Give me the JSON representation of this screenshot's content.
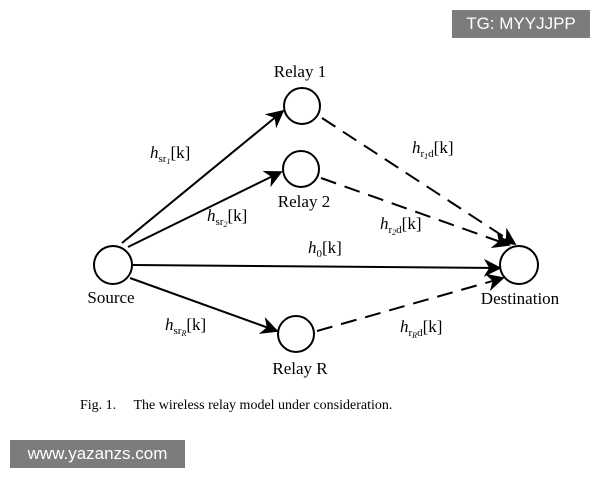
{
  "nodes": {
    "relay1": "Relay 1",
    "relay2": "Relay 2",
    "relayR": "Relay R",
    "source": "Source",
    "destination": "Destination"
  },
  "channels": {
    "h_sr1": {
      "base": "h",
      "sub": "sr",
      "subsub": "1",
      "arg": "[k]"
    },
    "h_sr2": {
      "base": "h",
      "sub": "sr",
      "subsub": "2",
      "arg": "[k]"
    },
    "h_srR": {
      "base": "h",
      "sub": "sr",
      "subsub": "R",
      "arg": "[k]"
    },
    "h_r1d": {
      "base": "h",
      "sub": "r",
      "subsub": "1",
      "sub2": "d",
      "arg": "[k]"
    },
    "h_r2d": {
      "base": "h",
      "sub": "r",
      "subsub": "2",
      "sub2": "d",
      "arg": "[k]"
    },
    "h_rRd": {
      "base": "h",
      "sub": "r",
      "subsub": "R",
      "sub2": "d",
      "arg": "[k]"
    },
    "h_0": {
      "base": "h",
      "sub": "0",
      "arg": "[k]"
    }
  },
  "caption": {
    "number": "Fig. 1.",
    "text": "The wireless relay model under consideration."
  },
  "watermarks": {
    "top": "TG: MYYJJPP",
    "bottom": "www.yazanzs.com"
  }
}
